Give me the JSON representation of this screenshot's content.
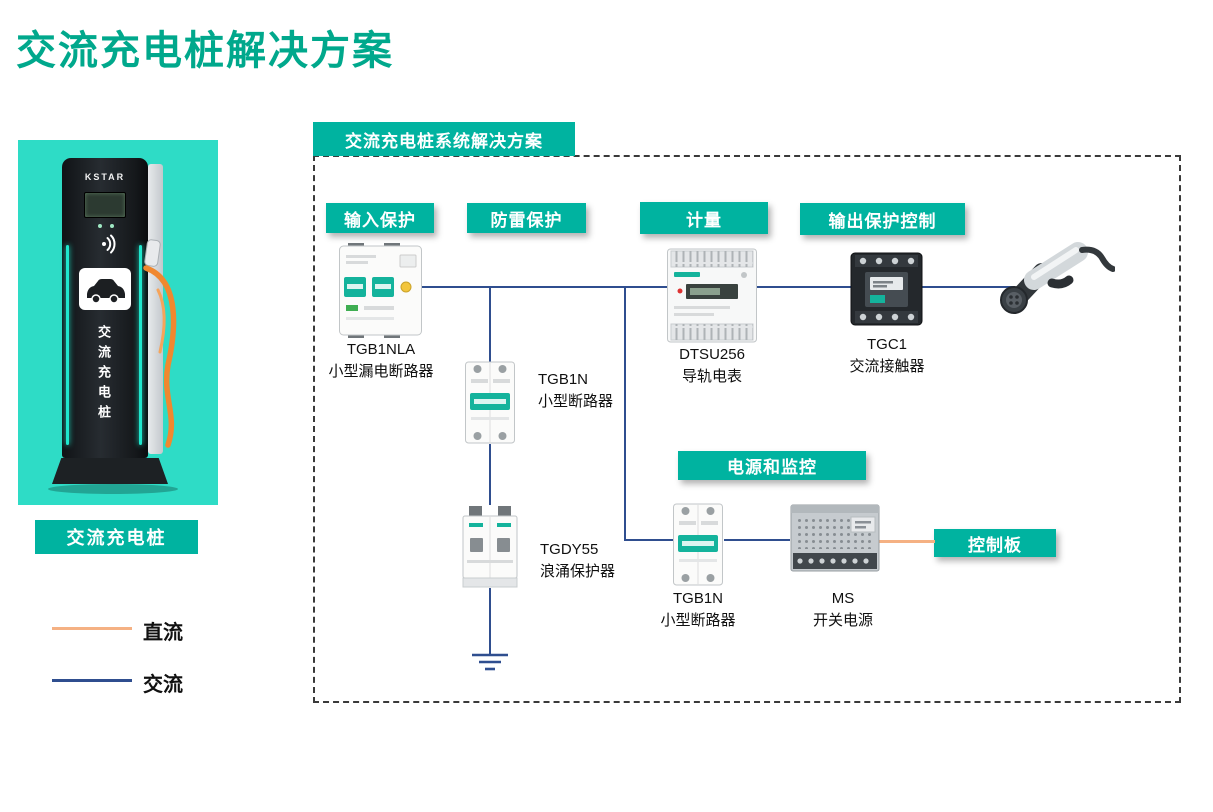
{
  "title": "交流充电桩解决方案",
  "left_panel": {
    "device_caption": "交流充电桩",
    "pile": {
      "brand": "KSTAR",
      "vertical_text": "交流充电桩"
    }
  },
  "legend": {
    "dc": {
      "label": "直流",
      "color": "#F5B183"
    },
    "ac": {
      "label": "交流",
      "color": "#2F4E8F"
    }
  },
  "diagram": {
    "title": "交流充电桩系统解决方案",
    "badges": {
      "input_protection": "输入保护",
      "lightning_protection": "防雷保护",
      "metering": "计量",
      "output_protection_control": "输出保护控制",
      "power_and_monitoring": "电源和监控",
      "control_board": "控制板"
    },
    "components": {
      "tgb1nla": {
        "name": "TGB1NLA",
        "desc": "小型漏电断路器"
      },
      "tgb1n_top": {
        "name": "TGB1N",
        "desc": "小型断路器"
      },
      "dtsu256": {
        "name": "DTSU256",
        "desc": "导轨电表"
      },
      "tgc1": {
        "name": "TGC1",
        "desc": "交流接触器"
      },
      "tgdy55": {
        "name": "TGDY55",
        "desc": "浪涌保护器"
      },
      "tgb1n_bottom": {
        "name": "TGB1N",
        "desc": "小型断路器"
      },
      "ms_power": {
        "name": "MS",
        "desc": "开关电源"
      }
    },
    "colors": {
      "teal": "#00B3A0",
      "ac_line": "#2F4E8F",
      "dc_line": "#F5B183"
    }
  }
}
